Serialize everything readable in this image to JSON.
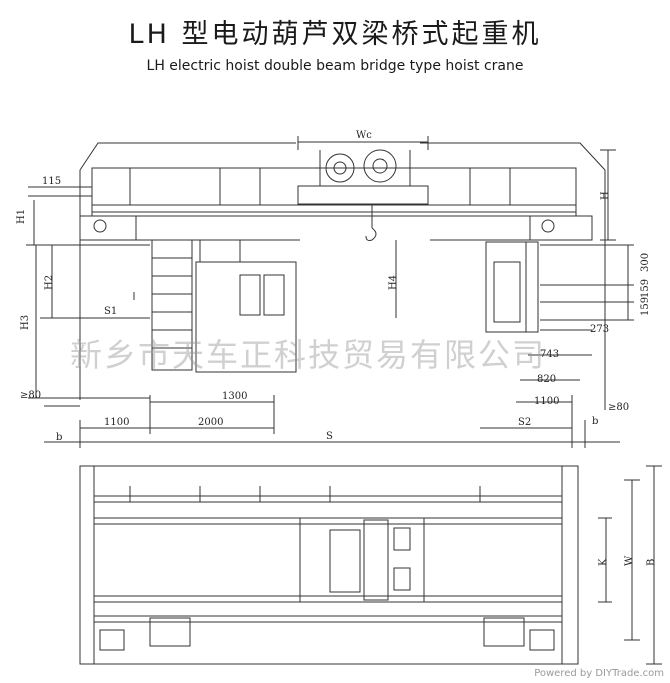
{
  "title": "LH 型电动葫芦双梁桥式起重机",
  "subtitle": "LH electric hoist double beam bridge type hoist crane",
  "watermark": "新乡市天车正科技贸易有限公司",
  "credit": "Powered by DIYTrade.com",
  "dims": {
    "wc": "Wc",
    "d115": "115",
    "h": "H",
    "h1": "H1",
    "h2": "H2",
    "h3": "H3",
    "h4": "H4",
    "s1": "S1",
    "d300": "300",
    "d159a": "159",
    "d159b": "159",
    "d273": "273",
    "d743": "743",
    "d820": "820",
    "d1100r": "1100",
    "gte80l": "≥80",
    "gte80r": "≥80",
    "d1300": "1300",
    "d1100l": "1100",
    "d2000": "2000",
    "s2": "S2",
    "bl": "b",
    "br": "b",
    "s": "S",
    "k": "K",
    "w": "W",
    "b": "B"
  }
}
